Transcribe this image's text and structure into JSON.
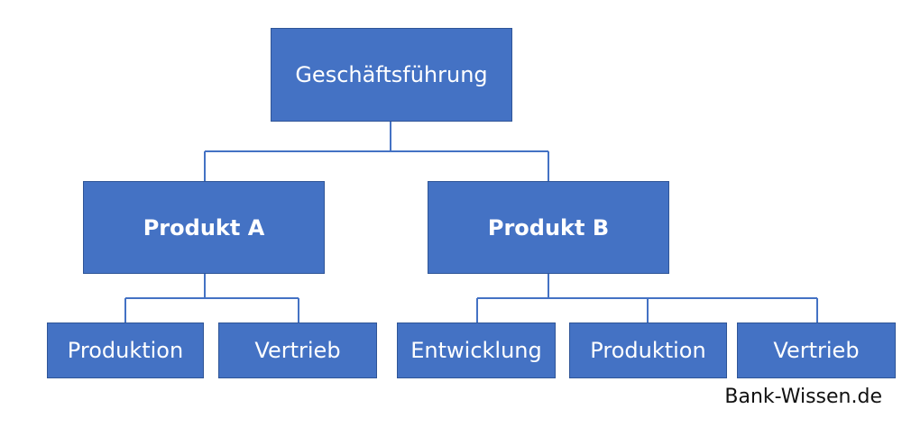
{
  "org_chart": {
    "top": "Geschäftsführung",
    "product_a": "Produkt A",
    "product_b": "Produkt B",
    "a_children": [
      "Produktion",
      "Vertrieb"
    ],
    "b_children": [
      "Entwicklung",
      "Produktion",
      "Vertrieb"
    ]
  },
  "watermark": "Bank-Wissen.de",
  "colors": {
    "box_fill": "#4472c4",
    "box_border": "#2f5597",
    "connector": "#4472c4",
    "text": "#ffffff"
  }
}
